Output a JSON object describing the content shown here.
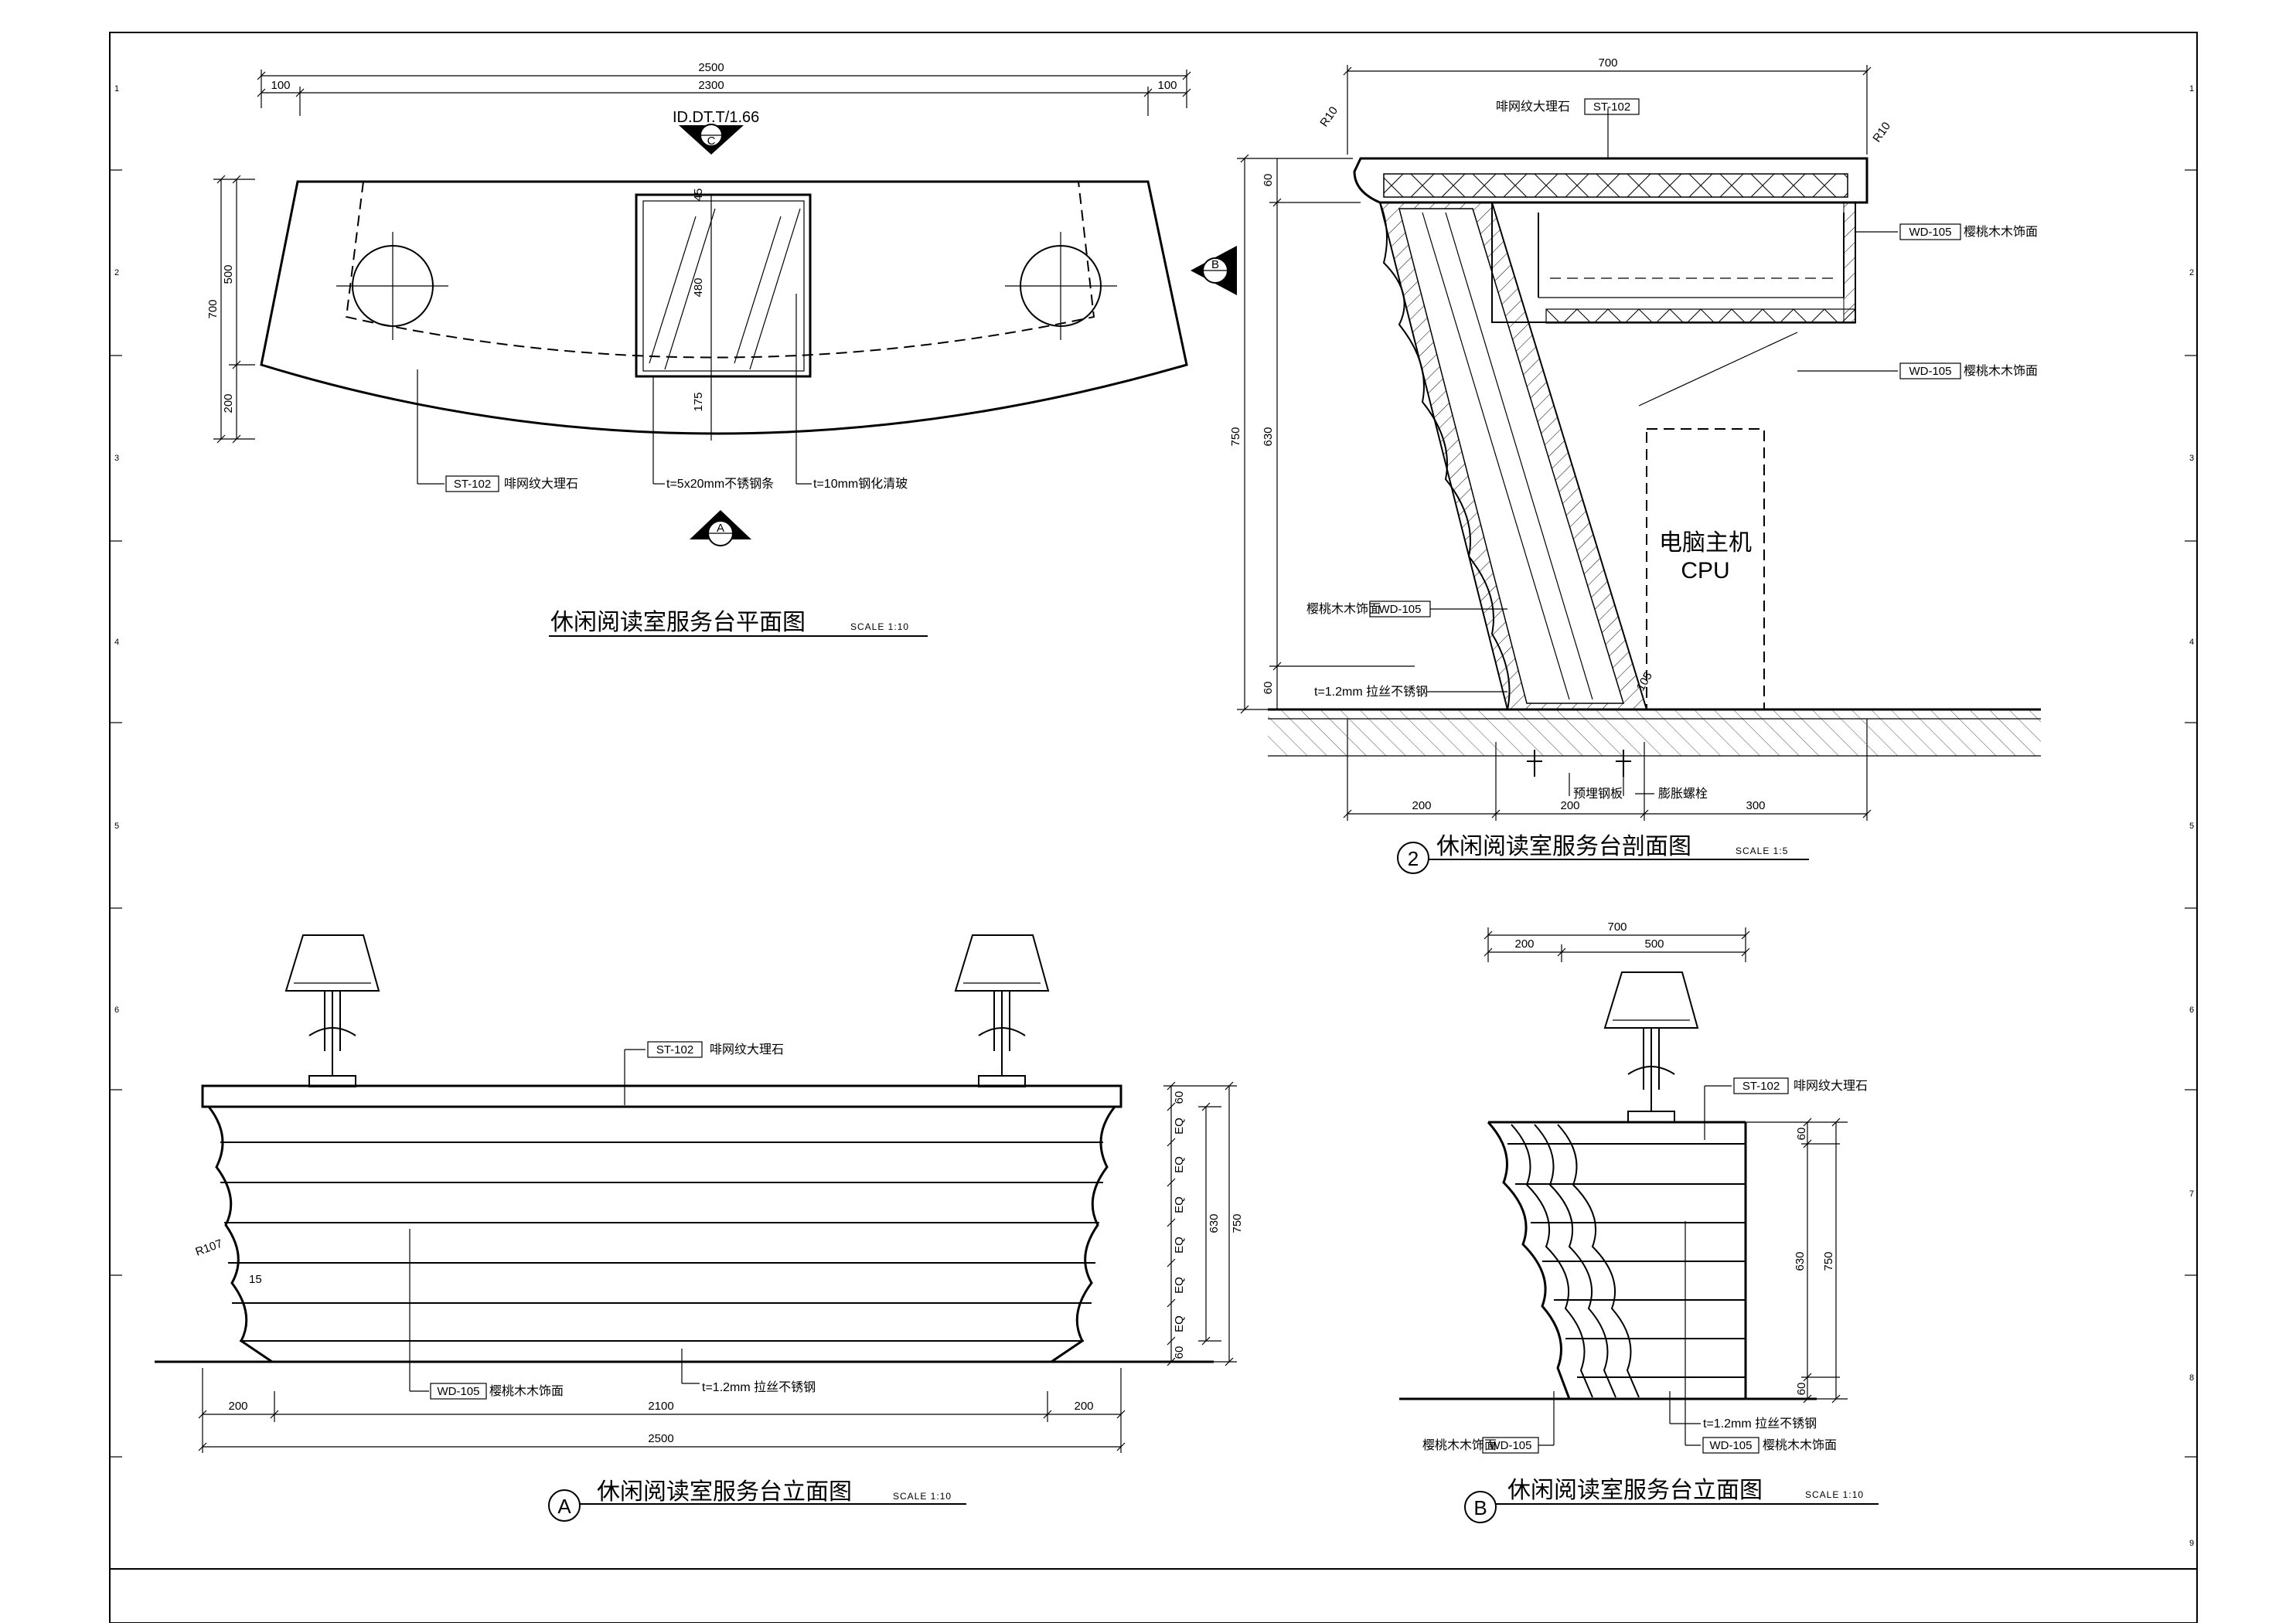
{
  "plan": {
    "title": "休闲阅读室服务台平面图",
    "scale": "SCALE 1:10",
    "dims_top": [
      "2500",
      "100",
      "2300",
      "100"
    ],
    "dims_left": [
      "700",
      "500",
      "200"
    ],
    "dims_inner": [
      "45",
      "480",
      "175"
    ],
    "detail_ref": "ID.DT.T/1.66",
    "markers": [
      "C",
      "B",
      "A"
    ],
    "notes": [
      {
        "code": "ST-102",
        "text": "啡网纹大理石"
      },
      {
        "code": "",
        "text": "t=5x20mm不锈钢条"
      },
      {
        "code": "",
        "text": "t=10mm钢化清玻"
      }
    ]
  },
  "section": {
    "number": "2",
    "title": "休闲阅读室服务台剖面图",
    "scale": "SCALE 1:5",
    "dims_top": [
      "700"
    ],
    "dims_left": [
      "60",
      "750",
      "630",
      "60"
    ],
    "dims_bottom": [
      "200",
      "200",
      "300"
    ],
    "radii": [
      "R10",
      "R10"
    ],
    "angle": "105",
    "cpu_label": "电脑主机",
    "cpu_sub": "CPU",
    "notes": [
      {
        "code": "ST-102",
        "text": "啡网纹大理石"
      },
      {
        "code": "WD-105",
        "text": "樱桃木木饰面"
      },
      {
        "code": "WD-105",
        "text": "樱桃木木饰面"
      },
      {
        "code": "WD-105",
        "text": "樱桃木木饰面"
      },
      {
        "code": "",
        "text": "t=1.2mm 拉丝不锈钢"
      },
      {
        "code": "",
        "text": "预埋钢板"
      },
      {
        "code": "",
        "text": "膨胀螺栓"
      }
    ]
  },
  "elevA": {
    "marker": "A",
    "title": "休闲阅读室服务台立面图",
    "scale": "SCALE 1:10",
    "dims_right": [
      "60",
      "EQ",
      "EQ",
      "EQ",
      "EQ",
      "EQ",
      "EQ",
      "60",
      "630",
      "750"
    ],
    "dims_bottom": [
      "200",
      "2100",
      "200",
      "2500"
    ],
    "radius": "R107",
    "angle": "15",
    "notes": [
      {
        "code": "ST-102",
        "text": "啡网纹大理石"
      },
      {
        "code": "WD-105",
        "text": "樱桃木木饰面"
      },
      {
        "code": "",
        "text": "t=1.2mm 拉丝不锈钢"
      }
    ]
  },
  "elevB": {
    "marker": "B",
    "title": "休闲阅读室服务台立面图",
    "scale": "SCALE 1:10",
    "dims_top": [
      "700",
      "200",
      "500"
    ],
    "dims_right": [
      "60",
      "630",
      "750",
      "60"
    ],
    "notes": [
      {
        "code": "ST-102",
        "text": "啡网纹大理石"
      },
      {
        "code": "WD-105",
        "text": "樱桃木木饰面"
      },
      {
        "code": "",
        "text": "t=1.2mm 拉丝不锈钢"
      },
      {
        "code": "WD-105",
        "text": "樱桃木木饰面"
      }
    ]
  },
  "frame": {
    "row_numbers": [
      "1",
      "2",
      "3",
      "4",
      "5",
      "6",
      "7",
      "8",
      "9"
    ]
  }
}
